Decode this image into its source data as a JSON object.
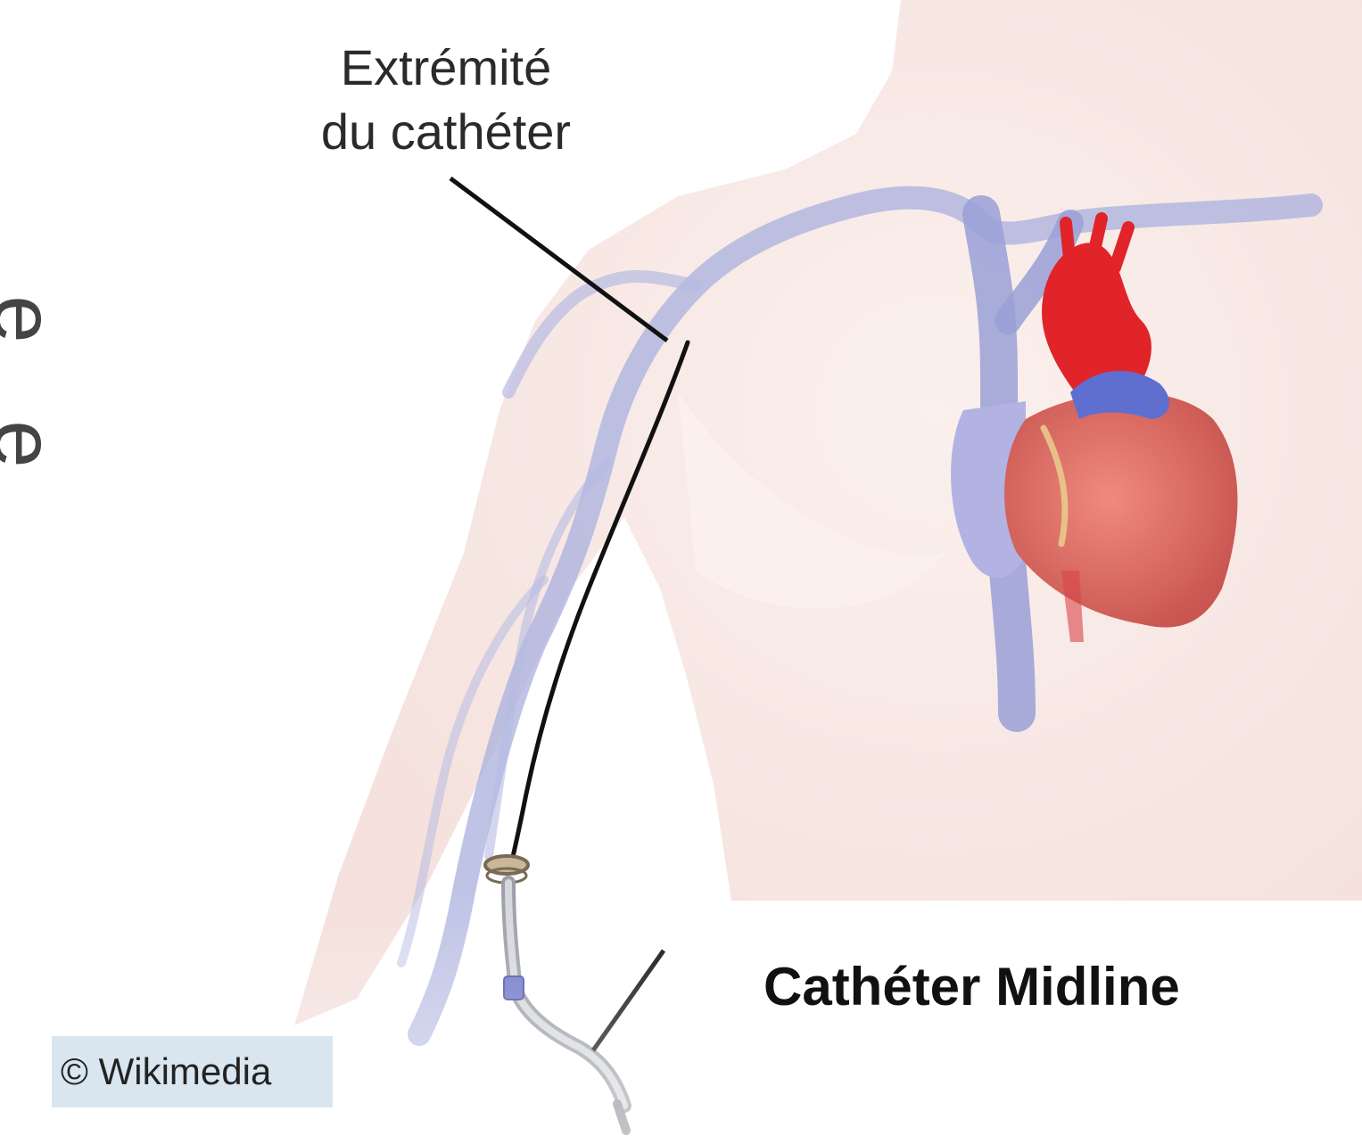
{
  "labels": {
    "catheter_tip_line1": "Extrémité",
    "catheter_tip_line2": "du cathéter",
    "title": "Cathéter Midline",
    "credit": "© Wikimedia"
  },
  "edge_text": {
    "glyph_upper": "e",
    "glyph_lower": "e"
  },
  "colors": {
    "background": "#ffffff",
    "skin": "#f6e3df",
    "vein": "#a9aedb",
    "vein_dark": "#8f95cc",
    "artery": "#e0242a",
    "heart": "#e77670",
    "heart_vessels": "#e9c98c",
    "catheter": "#111111",
    "credit_bg": "#d9e6f0"
  }
}
